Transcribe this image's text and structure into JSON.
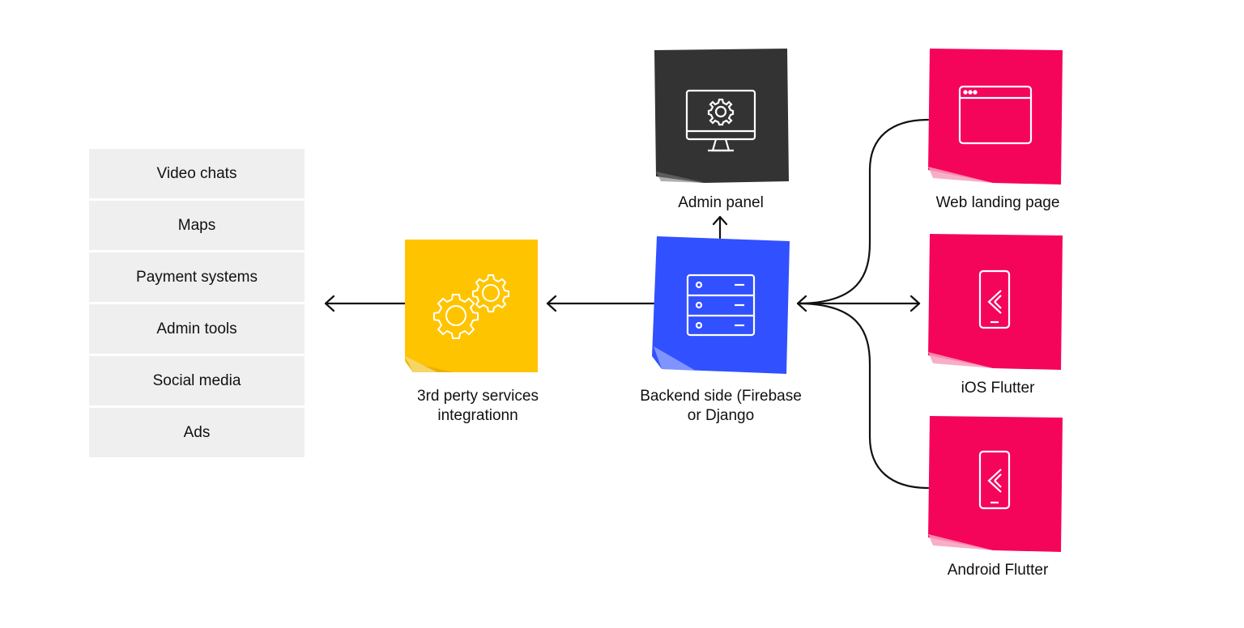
{
  "services": {
    "items": [
      "Video chats",
      "Maps",
      "Payment systems",
      "Admin tools",
      "Social media",
      "Ads"
    ]
  },
  "nodes": {
    "third_party": {
      "label_line1": "3rd perty services",
      "label_line2": "integrationn",
      "color": "#ffc400",
      "icon": "gears-icon"
    },
    "backend": {
      "label_line1": "Backend side (Firebase",
      "label_line2": "or Django",
      "color": "#3150ff",
      "icon": "server-icon"
    },
    "admin": {
      "label": "Admin panel",
      "color": "#333333",
      "icon": "monitor-gear-icon"
    },
    "web": {
      "label": "Web landing page",
      "color": "#f5055a",
      "icon": "browser-window-icon"
    },
    "ios": {
      "label": "iOS Flutter",
      "color": "#f5055a",
      "icon": "phone-flutter-icon"
    },
    "android": {
      "label": "Android Flutter",
      "color": "#f5055a",
      "icon": "phone-flutter-icon"
    }
  },
  "colors": {
    "line": "#111111",
    "service_bg": "#efefef"
  }
}
